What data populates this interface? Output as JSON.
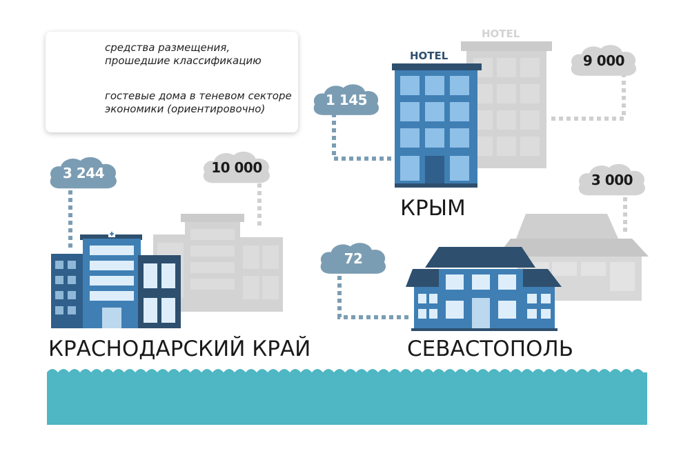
{
  "legend": {
    "classified_label": "средства размещения, прошедшие классификацию",
    "shadow_label": "гостевые дома в теневом секторе экономики (ориентировочно)"
  },
  "colors": {
    "classified": "#7b9db3",
    "shadow": "#d3d3d3",
    "building_blue": "#3f7fb4",
    "building_dark": "#2e4f6e",
    "sea": "#4fb6c3",
    "dots_blue": "#7b9db3",
    "dots_grey": "#cfcfcf"
  },
  "regions": {
    "krasnodar": {
      "name": "КРАСНОДАРСКИЙ КРАЙ",
      "classified_value": "3 244",
      "shadow_value": "10 000"
    },
    "crimea": {
      "name": "КРЫМ",
      "classified_value": "1 145",
      "shadow_value": "9 000",
      "hotel_sign": "HOTEL",
      "hotel_sign_shadow": "HOTEL"
    },
    "sevastopol": {
      "name": "СЕВАСТОПОЛЬ",
      "classified_value": "72",
      "shadow_value": "3 000"
    }
  }
}
